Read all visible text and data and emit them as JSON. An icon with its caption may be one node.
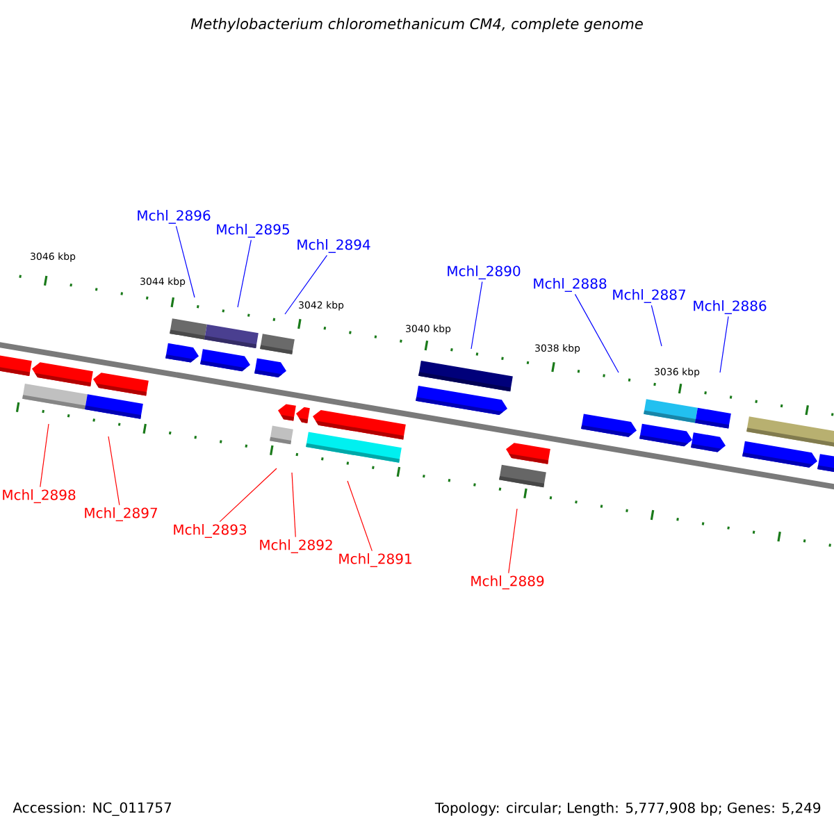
{
  "diagram": {
    "title": "Methylobacterium chloromethanicum CM4, complete genome",
    "nodes": [
      {
        "text": [
          "Mchl_2896"
        ]
      },
      {
        "text": [
          "Mchl_2895"
        ]
      },
      {
        "text": [
          "Mchl_2894"
        ]
      },
      {
        "text": [
          "Mchl_2890"
        ]
      },
      {
        "text": [
          "Mchl_2888"
        ]
      },
      {
        "text": [
          "Mchl_2887"
        ]
      },
      {
        "text": [
          "Mchl_2886"
        ]
      },
      {
        "text": [
          "Mchl_2898"
        ]
      },
      {
        "text": [
          "Mchl_2897"
        ]
      },
      {
        "text": [
          "Mchl_2893"
        ]
      },
      {
        "text": [
          "Mchl_2892"
        ]
      },
      {
        "text": [
          "Mchl_2891"
        ]
      },
      {
        "text": [
          "Mchl_2889"
        ]
      }
    ],
    "edges": [
      {
        "from": 0,
        "to": null,
        "arrow": "none",
        "color": "#0000ff"
      },
      {
        "from": 1,
        "to": null,
        "arrow": "none",
        "color": "#0000ff"
      },
      {
        "from": 2,
        "to": null,
        "arrow": "none",
        "color": "#0000ff"
      },
      {
        "from": 3,
        "to": null,
        "arrow": "none",
        "color": "#0000ff"
      },
      {
        "from": 4,
        "to": null,
        "arrow": "none",
        "color": "#0000ff"
      },
      {
        "from": 5,
        "to": null,
        "arrow": "none",
        "color": "#0000ff"
      },
      {
        "from": 6,
        "to": null,
        "arrow": "none",
        "color": "#0000ff"
      },
      {
        "from": 7,
        "to": null,
        "arrow": "none",
        "color": "#ff0000"
      },
      {
        "from": 8,
        "to": null,
        "arrow": "none",
        "color": "#ff0000"
      },
      {
        "from": 9,
        "to": null,
        "arrow": "none",
        "color": "#ff0000"
      },
      {
        "from": 10,
        "to": null,
        "arrow": "none",
        "color": "#ff0000"
      },
      {
        "from": 11,
        "to": null,
        "arrow": "none",
        "color": "#ff0000"
      },
      {
        "from": 12,
        "to": null,
        "arrow": "none",
        "color": "#ff0000"
      }
    ],
    "labels": [
      "3046 kbp",
      "3044 kbp",
      "3042 kbp",
      "3040 kbp",
      "3038 kbp",
      "3036 kbp",
      "Accession: NC_011757",
      "Topology: circular; Length: 5,777,908 bp; Genes: 5,249"
    ]
  }
}
